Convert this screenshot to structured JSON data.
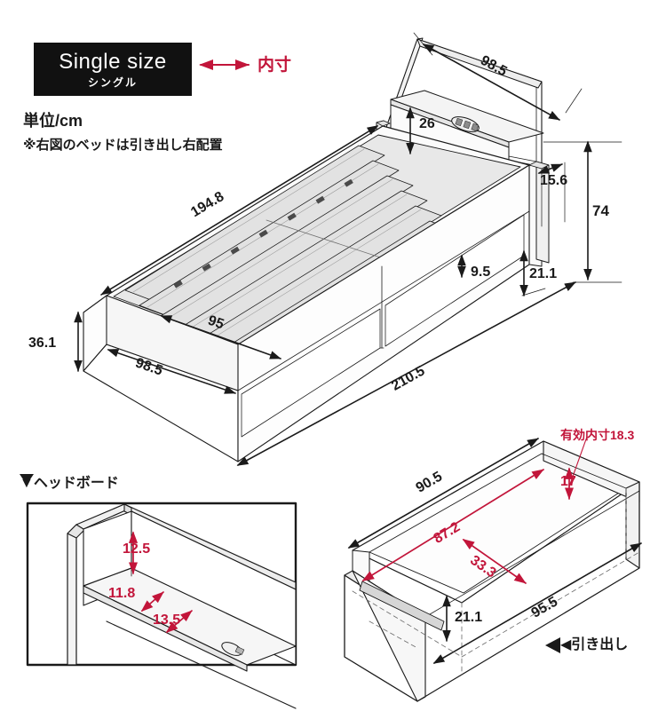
{
  "header": {
    "badge_en": "Single size",
    "badge_jp": "シングル",
    "legend_arrow_label": "内寸",
    "unit_note": "単位/cm",
    "placement_note": "※右図のベッドは引き出し右配置"
  },
  "sections": {
    "headboard_caption": "▼ヘッドボード",
    "drawer_caption": "◀引き出し"
  },
  "colors": {
    "accent_red": "#c2153a",
    "line_black": "#1a1a1a",
    "panel_fill": "#e4e4e4",
    "badge_bg": "#111111"
  },
  "bed_dimensions": [
    {
      "id": "headboard-width",
      "value": "98.5",
      "color": "black"
    },
    {
      "id": "headboard-shelf-h",
      "value": "26",
      "color": "black"
    },
    {
      "id": "headboard-depth",
      "value": "15.6",
      "color": "black"
    },
    {
      "id": "total-height",
      "value": "74",
      "color": "black"
    },
    {
      "id": "mattress-length",
      "value": "194.8",
      "color": "black"
    },
    {
      "id": "slat-span",
      "value": "95",
      "color": "black"
    },
    {
      "id": "frame-width",
      "value": "98.5",
      "color": "black"
    },
    {
      "id": "frame-height",
      "value": "36.1",
      "color": "black"
    },
    {
      "id": "slat-clearance",
      "value": "9.5",
      "color": "black"
    },
    {
      "id": "drawer-face-height",
      "value": "21.1",
      "color": "black"
    },
    {
      "id": "total-length",
      "value": "210.5",
      "color": "black"
    }
  ],
  "headboard_panel_dimensions": [
    {
      "id": "upper-shelf-height",
      "value": "12.5",
      "color": "red"
    },
    {
      "id": "shelf-depth-upper",
      "value": "11.8",
      "color": "red"
    },
    {
      "id": "shelf-depth-lower",
      "value": "13.5",
      "color": "red"
    }
  ],
  "drawer_panel_dimensions": [
    {
      "id": "drawer-outer-width",
      "value": "90.5",
      "color": "black"
    },
    {
      "id": "drawer-inner-width",
      "value": "87.2",
      "color": "red"
    },
    {
      "id": "drawer-inner-depth",
      "value": "33.3",
      "color": "red"
    },
    {
      "id": "drawer-inner-height",
      "value": "17",
      "color": "red"
    },
    {
      "id": "drawer-effective",
      "value": "有効内寸18.3",
      "color": "red"
    },
    {
      "id": "drawer-face-height",
      "value": "21.1",
      "color": "black"
    },
    {
      "id": "drawer-outer-depth",
      "value": "95.5",
      "color": "black"
    }
  ]
}
